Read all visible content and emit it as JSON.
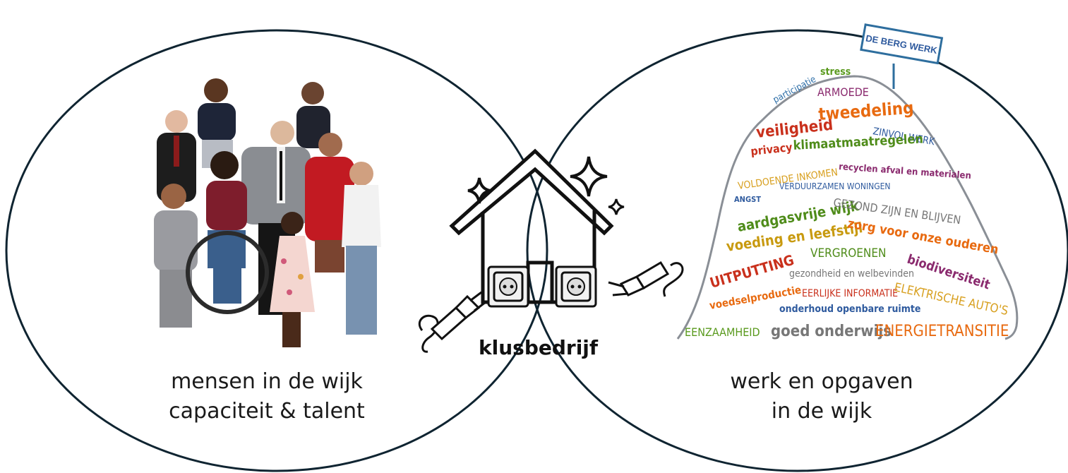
{
  "left": {
    "line1": "mensen in de wijk",
    "line2": "capaciteit & talent"
  },
  "center": {
    "label": "klusbedrijf"
  },
  "right": {
    "line1": "werk en opgaven",
    "line2": "in de wijk"
  },
  "mountain": {
    "sign": "DE BERG WERK",
    "words": [
      {
        "text": "stress",
        "color": "#5a9a1e"
      },
      {
        "text": "participatie",
        "color": "#2e6fa8"
      },
      {
        "text": "ARMOEDE",
        "color": "#8a2a6e"
      },
      {
        "text": "veiligheid",
        "color": "#c9301c"
      },
      {
        "text": "tweedeling",
        "color": "#e86a10"
      },
      {
        "text": "ZINVOL WERK",
        "color": "#2e5a9e"
      },
      {
        "text": "privacy",
        "color": "#c9301c"
      },
      {
        "text": "klimaatmaatregelen",
        "color": "#4f8c1a"
      },
      {
        "text": "VOLDOENDE INKOMEN",
        "color": "#d8a020"
      },
      {
        "text": "recyclen afval en materialen",
        "color": "#8a2a6e"
      },
      {
        "text": "ANGST",
        "color": "#2e5a9e"
      },
      {
        "text": "VERDUURZAMEN WONINGEN",
        "color": "#2e5a9e"
      },
      {
        "text": "aardgasvrije wijk",
        "color": "#4f8c1a"
      },
      {
        "text": "GEZOND ZIJN EN BLIJVEN",
        "color": "#777777"
      },
      {
        "text": "voeding en leefstijl",
        "color": "#c89a10"
      },
      {
        "text": "zorg voor onze ouderen",
        "color": "#e86a10"
      },
      {
        "text": "VERGROENEN",
        "color": "#4f8c1a"
      },
      {
        "text": "UITPUTTING",
        "color": "#c9301c"
      },
      {
        "text": "gezondheid en welbevinden",
        "color": "#777777"
      },
      {
        "text": "biodiversiteit",
        "color": "#8a2a6e"
      },
      {
        "text": "voedselproductie",
        "color": "#e86a10"
      },
      {
        "text": "EERLIJKE INFORMATIE",
        "color": "#c9301c"
      },
      {
        "text": "ELEKTRISCHE AUTO'S",
        "color": "#d8a020"
      },
      {
        "text": "onderhoud openbare ruimte",
        "color": "#2e5a9e"
      },
      {
        "text": "EENZAAMHEID",
        "color": "#5a9a1e"
      },
      {
        "text": "goed onderwijs",
        "color": "#777777"
      },
      {
        "text": "ENERGIETRANSITIE",
        "color": "#e86a10"
      }
    ]
  }
}
